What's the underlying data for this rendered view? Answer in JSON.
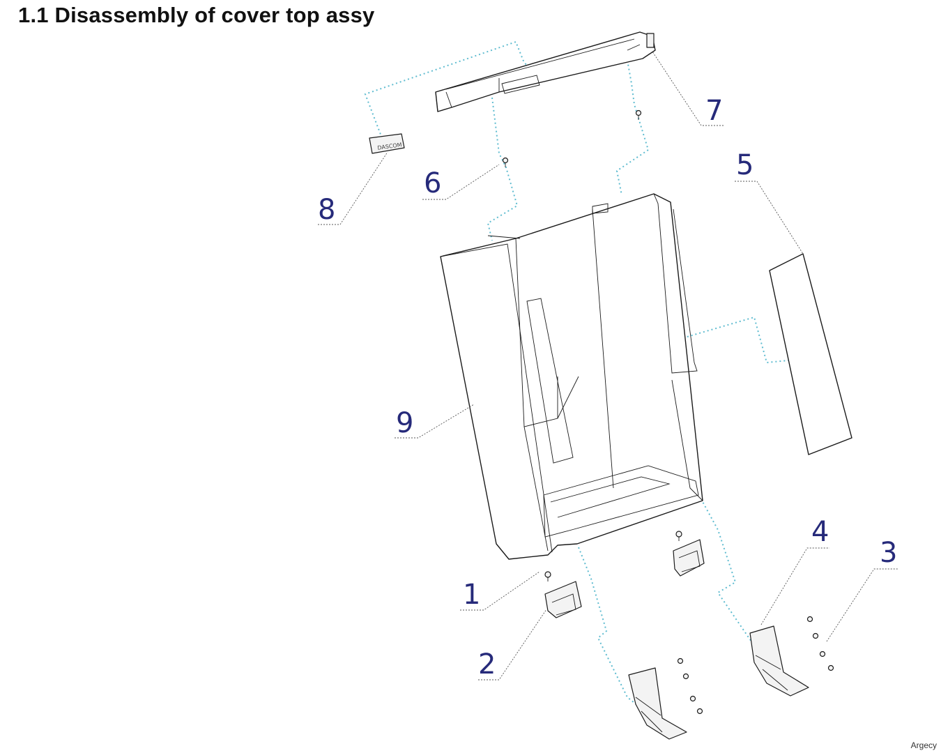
{
  "title": "1.1 Disassembly of cover top assy",
  "watermark": "Argecy",
  "label_text": "DASCOM",
  "callouts": [
    "1",
    "2",
    "3",
    "4",
    "5",
    "6",
    "7",
    "8",
    "9"
  ],
  "colors": {
    "callout": "#262a7a",
    "dashed_line": "#5fbcd0",
    "line_art": "#1a1a1a"
  }
}
